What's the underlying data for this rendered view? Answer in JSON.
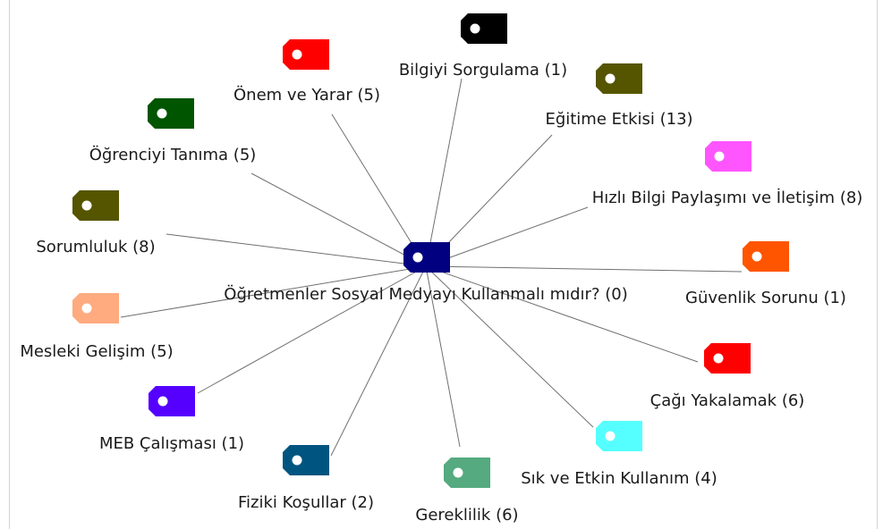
{
  "center": {
    "label": "Öğretmenler Sosyal Medyayı Kullanmalı mıdır? (0)",
    "color": "#000080"
  },
  "nodes": [
    {
      "id": "bilgiyi-sorgulama",
      "label": "Bilgiyi Sorgulama (1)",
      "color": "#000000"
    },
    {
      "id": "onem-ve-yarar",
      "label": "Önem ve Yarar (5)",
      "color": "#ff0000"
    },
    {
      "id": "egitime-etkisi",
      "label": "Eğitime Etkisi (13)",
      "color": "#555500"
    },
    {
      "id": "ogrenciyi-tanima",
      "label": "Öğrenciyi Tanıma (5)",
      "color": "#005500"
    },
    {
      "id": "hizli-bilgi-paylasimi",
      "label": "Hızlı Bilgi Paylaşımı ve İletişim (8)",
      "color": "#ff55ff"
    },
    {
      "id": "sorumluluk",
      "label": "Sorumluluk (8)",
      "color": "#555500"
    },
    {
      "id": "guvenlik-sorunu",
      "label": "Güvenlik Sorunu (1)",
      "color": "#ff5500"
    },
    {
      "id": "mesleki-gelisim",
      "label": "Mesleki Gelişim (5)",
      "color": "#ffaa7f"
    },
    {
      "id": "cagi-yakalamak",
      "label": "Çağı Yakalamak (6)",
      "color": "#ff0000"
    },
    {
      "id": "meb-calismasi",
      "label": "MEB Çalışması (1)",
      "color": "#5500ff"
    },
    {
      "id": "sik-ve-etkin-kullanim",
      "label": "Sık ve Etkin Kullanım  (4)",
      "color": "#55ffff"
    },
    {
      "id": "fiziki-kosullar",
      "label": "Fiziki Koşullar (2)",
      "color": "#005580"
    },
    {
      "id": "gereklilik",
      "label": "Gereklilik (6)",
      "color": "#55aa7f"
    }
  ]
}
